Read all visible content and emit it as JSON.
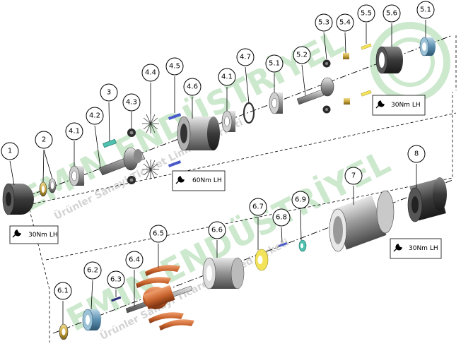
{
  "callouts": {
    "c1": "1",
    "c2": "2",
    "c3": "3",
    "c4_1a": "4.1",
    "c4_1b": "4.1",
    "c4_2": "4.2",
    "c4_3": "4.3",
    "c4_4": "4.4",
    "c4_5": "4.5",
    "c4_6": "4.6",
    "c4_7": "4.7",
    "c5_1a": "5.1",
    "c5_1b": "5.1",
    "c5_2": "5.2",
    "c5_3": "5.3",
    "c5_4": "5.4",
    "c5_5": "5.5",
    "c5_6": "5.6",
    "c6_1": "6.1",
    "c6_2": "6.2",
    "c6_3": "6.3",
    "c6_4": "6.4",
    "c6_5": "6.5",
    "c6_6": "6.6",
    "c6_7": "6.7",
    "c6_8": "6.8",
    "c6_9": "6.9",
    "c7": "7",
    "c8": "8"
  },
  "torque_labels": {
    "t1": "30Nm LH",
    "t4_6": "60Nm LH",
    "t5_6": "30Nm LH",
    "t8": "30Nm LH"
  },
  "watermark": {
    "brand_upper": "EMIN ENDÜSTRİYEL",
    "tagline_upper": "Ürünler Sanayi Ticaret Limited Şirketi",
    "brand_lower": "EMIN ENDÜSTRİYEL",
    "tagline_lower": "Ürünler Sanayi Ticaret Limited Şirketi"
  },
  "colors": {
    "steel_dark": "#3a3a3a",
    "steel_mid": "#9a9a9a",
    "bearing_blue": "#5b8fb0",
    "brass": "#c9a640",
    "copper": "#c9642e",
    "yellow_pin": "#f2e35a",
    "teal": "#4fc1b0",
    "watermark_green": "#4caf50"
  }
}
